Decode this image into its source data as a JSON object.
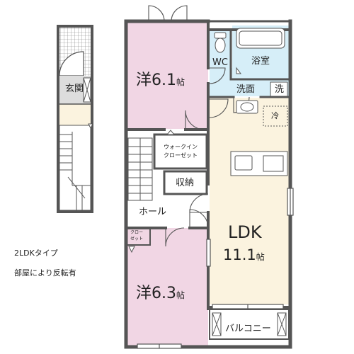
{
  "rooms": {
    "western1": "洋6.1帖",
    "western2": "洋6.3帖",
    "ldk_top": "LDK",
    "ldk_bottom": "11.1帖",
    "wc": "WC",
    "bath": "浴室",
    "washroom": "洗面",
    "washer": "洗",
    "fridge": "冷",
    "walkin_line1": "ウォークイン",
    "walkin_line2": "クローゼット",
    "storage": "収納",
    "hall": "ホール",
    "closet_line1": "クロー",
    "closet_line2": "ゼット",
    "balcony": "バルコニー",
    "entrance": "玄関"
  },
  "notes": {
    "type": "2LDKタイプ",
    "reverse": "部屋により反転有"
  },
  "colors": {
    "wall": "#555555",
    "western": "#f1d6e4",
    "ldk": "#fbf3df",
    "wet": "#d6eef8",
    "floor": "#ffffff",
    "entrance_tile": "#dddddd"
  }
}
